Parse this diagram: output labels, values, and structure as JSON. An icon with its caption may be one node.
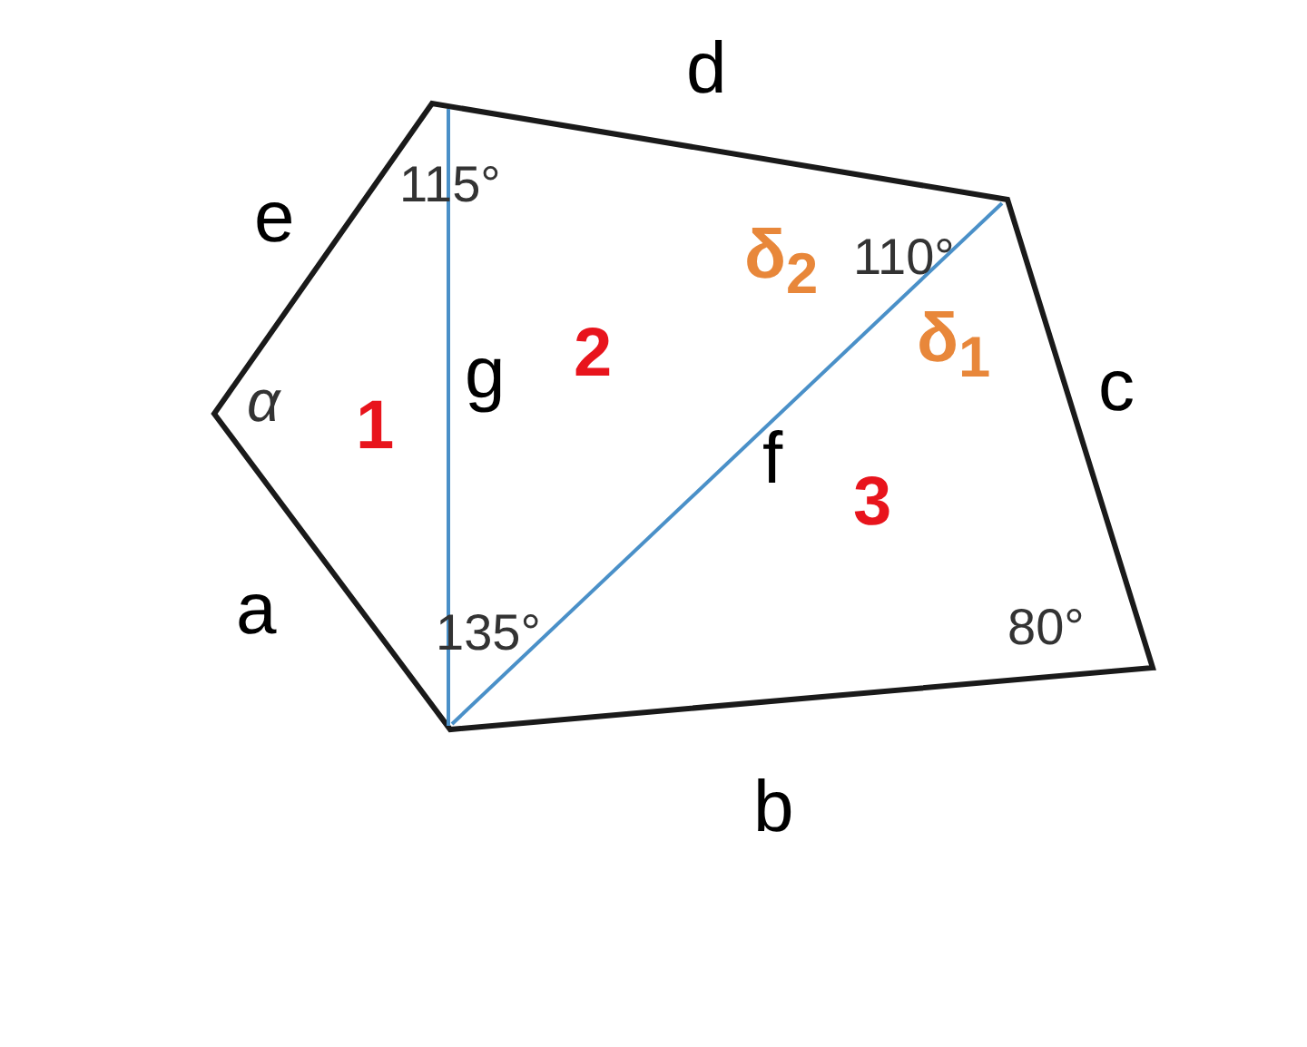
{
  "diagram": {
    "labels": [
      "d",
      "e",
      "115°",
      "δ$_{2}$",
      "110°",
      "2",
      "g",
      "α",
      "1",
      "δ$_{1}$",
      "c",
      "f",
      "3",
      "a",
      "135°",
      "80°",
      "b"
    ]
  }
}
